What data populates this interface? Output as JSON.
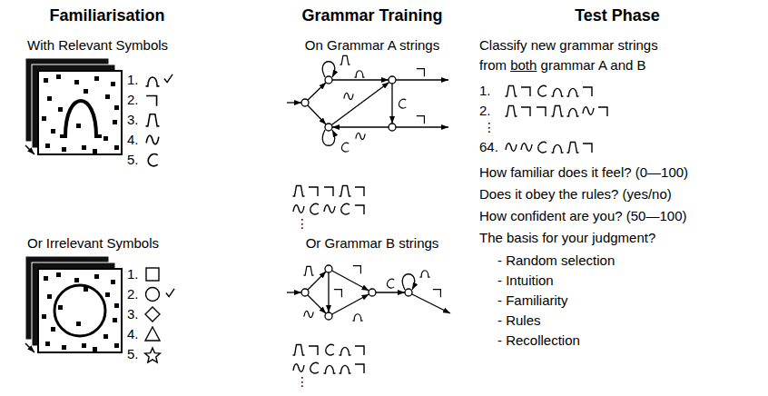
{
  "diagram": {
    "labels": [
      "Familiarisation",
      "Grammar Training",
      "Test Phase",
      "With Relevant Symbols",
      "1.",
      "2.",
      "3.",
      "4.",
      "5.",
      "Or Irrelevant Symbols",
      "1.",
      "2.",
      "3.",
      "4.",
      "5.",
      "On Grammar A strings",
      "⋮",
      "Or Grammar B strings",
      "⋮",
      "Classify new grammar strings",
      "from",
      "both",
      "grammar A and B",
      "1.",
      "2.",
      "⋮",
      "64.",
      "How familiar does it feel? (0—100)",
      "Does it obey the rules? (yes/no)",
      "How confident are you? (50—100)",
      "The basis for your judgment?",
      "- Random selection",
      "- Intuition",
      "- Familiarity",
      "- Rules",
      "- Recollection"
    ]
  }
}
